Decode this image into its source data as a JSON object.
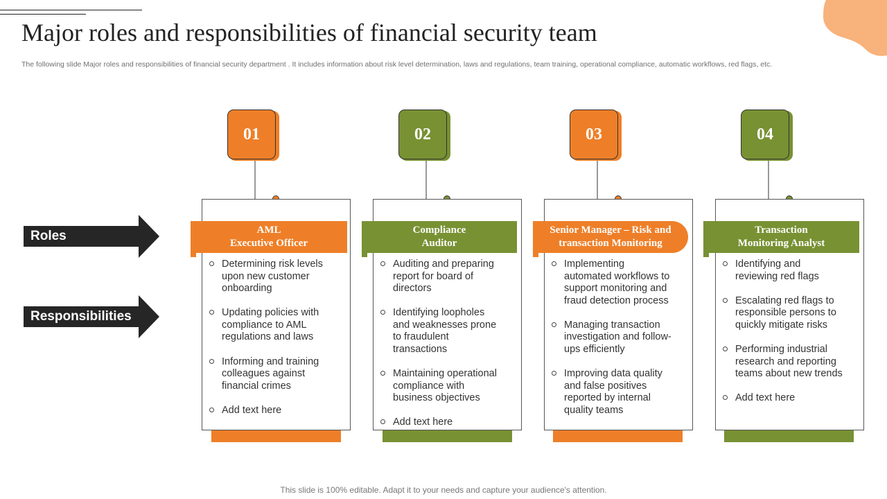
{
  "title": "Major roles and responsibilities of financial security team",
  "subtitle": "The following slide Major roles and responsibilities of financial security department . It includes information about risk level determination, laws and regulations, team training, operational compliance, automatic workflows, red flags, etc.",
  "footer": "This slide is 100% editable. Adapt it to your needs and capture your audience's attention.",
  "labels": {
    "roles": "Roles",
    "responsibilities": "Responsibilities"
  },
  "colors": {
    "orange": "#ee7f28",
    "green": "#789133",
    "arrow": "#262626"
  },
  "columns": [
    {
      "number": "01",
      "color": "orange",
      "role_line1": "AML",
      "role_line2": "Executive Officer",
      "items": [
        "Determining risk levels upon new customer onboarding",
        "Updating policies with compliance to AML regulations and laws",
        "Informing and training colleagues against financial crimes",
        "Add text here"
      ]
    },
    {
      "number": "02",
      "color": "green",
      "role_line1": "Compliance",
      "role_line2": "Auditor",
      "items": [
        "Auditing and preparing report for board of directors",
        "Identifying loopholes and weaknesses prone to fraudulent transactions",
        "Maintaining operational compliance with business objectives",
        "Add text here"
      ]
    },
    {
      "number": "03",
      "color": "orange",
      "role_line1": "Senior Manager – Risk and",
      "role_line2": "transaction Monitoring",
      "items": [
        "Implementing automated workflows to support monitoring and fraud detection process",
        "Managing transaction investigation and follow-ups efficiently",
        "Improving data quality and false positives reported by internal quality teams"
      ]
    },
    {
      "number": "04",
      "color": "green",
      "role_line1": "Transaction",
      "role_line2": "Monitoring Analyst",
      "items": [
        "Identifying and reviewing red flags",
        "Escalating red flags to responsible persons to quickly mitigate risks",
        "Performing industrial research and reporting teams about new trends",
        "Add text here"
      ]
    }
  ]
}
